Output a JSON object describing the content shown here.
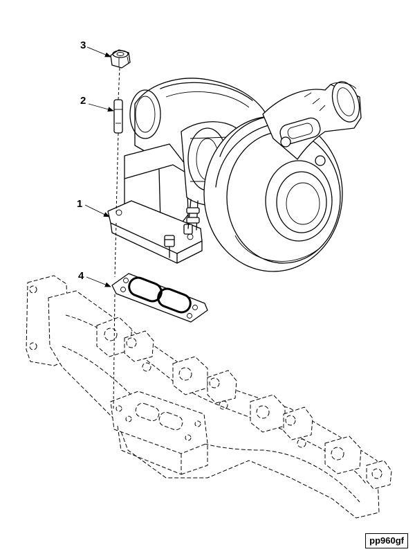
{
  "callouts": [
    {
      "label": "1",
      "part": "turbocharger"
    },
    {
      "label": "2",
      "part": "stud"
    },
    {
      "label": "3",
      "part": "nut"
    },
    {
      "label": "4",
      "part": "gasket"
    }
  ],
  "reference_code": "pp960gf"
}
